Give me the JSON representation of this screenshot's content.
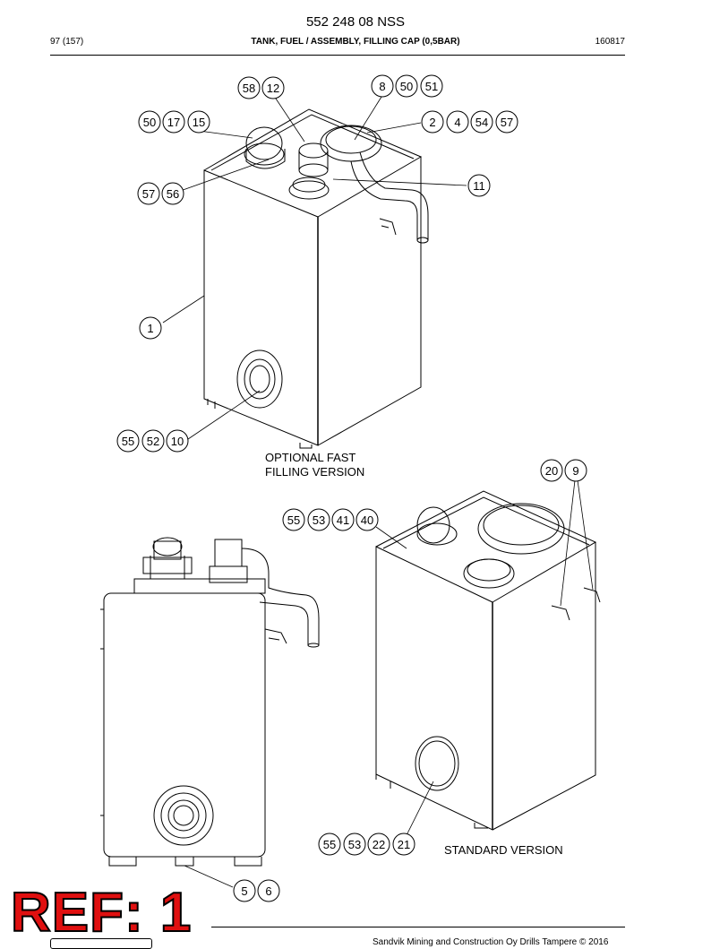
{
  "header": {
    "doc_code": "552 248 08 NSS",
    "page": "97 (157)",
    "title": "TANK, FUEL / ASSEMBLY, FILLING CAP (0,5BAR)",
    "date": "160817"
  },
  "captions": {
    "optional_line1": "OPTIONAL FAST",
    "optional_line2": "FILLING VERSION",
    "standard": "STANDARD VERSION"
  },
  "callouts": {
    "c58": "58",
    "c12": "12",
    "c8": "8",
    "c50a": "50",
    "c51": "51",
    "c50b": "50",
    "c17": "17",
    "c15": "15",
    "c2": "2",
    "c4": "4",
    "c54": "54",
    "c57a": "57",
    "c57b": "57",
    "c56": "56",
    "c11": "11",
    "c1": "1",
    "c55a": "55",
    "c52": "52",
    "c10": "10",
    "c20": "20",
    "c9": "9",
    "c55b": "55",
    "c53a": "53",
    "c41": "41",
    "c40": "40",
    "c55c": "55",
    "c53b": "53",
    "c22": "22",
    "c21": "21",
    "c5": "5",
    "c6": "6"
  },
  "footer": {
    "ref": "REF: 1",
    "copyright": "Sandvik Mining and Construction Oy Drills Tampere © 2016"
  }
}
